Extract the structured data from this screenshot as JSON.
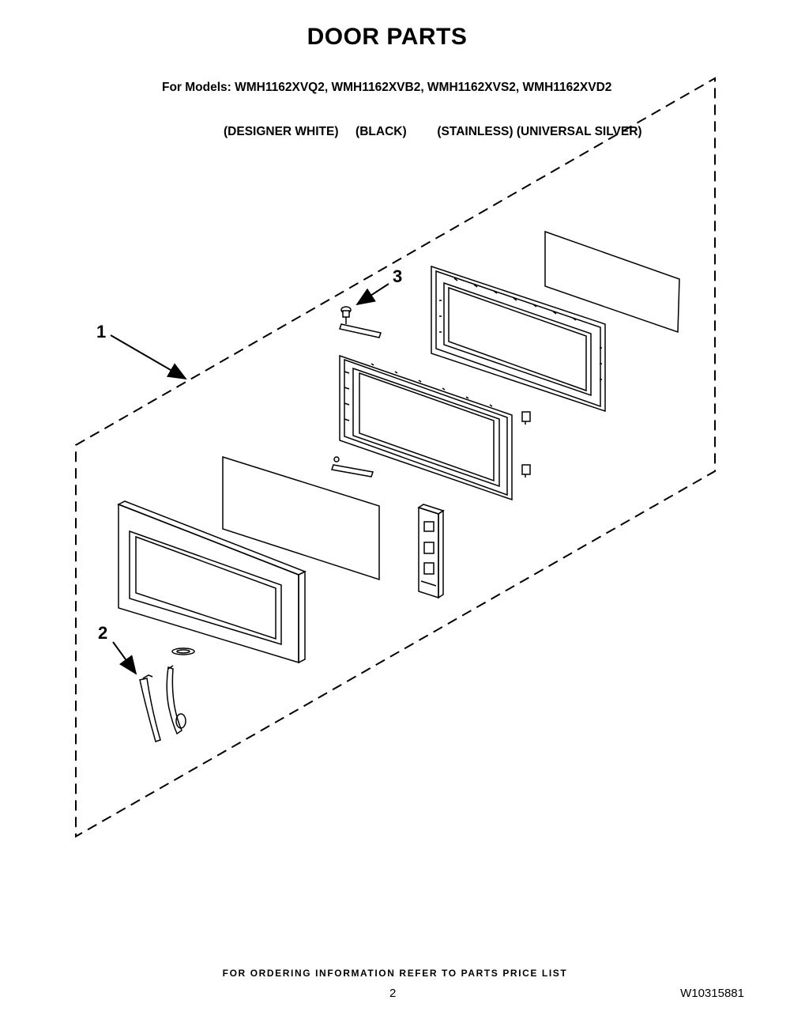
{
  "title": "DOOR PARTS",
  "models_line": "For Models: WMH1162XVQ2, WMH1162XVB2, WMH1162XVS2, WMH1162XVD2",
  "finishes_line": "(DESIGNER WHITE)     (BLACK)         (STAINLESS) (UNIVERSAL SILVER)",
  "callouts": [
    "1",
    "2",
    "3"
  ],
  "footer_note": "FOR ORDERING INFORMATION REFER TO PARTS PRICE LIST",
  "page_number": "2",
  "document_number": "W10315881"
}
